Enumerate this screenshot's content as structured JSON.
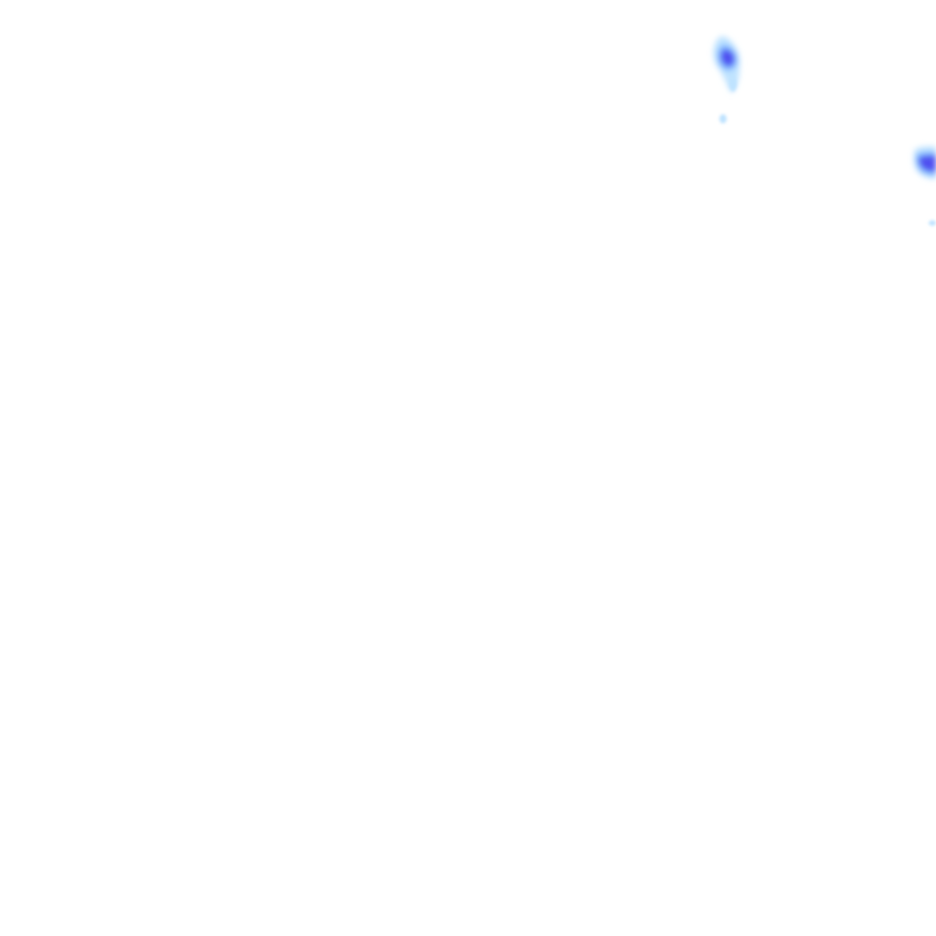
{
  "map": {
    "background_color": "#ffffff",
    "layer_kind": "precipitation-radar-overlay",
    "palette": {
      "light": "#bfe3ff",
      "medium": "#7fb8ff",
      "heavy": "#4f4ff0"
    },
    "cells": [
      {
        "name": "echo-north",
        "intensity": "heavy"
      },
      {
        "name": "echo-north-tail",
        "intensity": "light"
      },
      {
        "name": "echo-north-fleck",
        "intensity": "light"
      },
      {
        "name": "echo-east",
        "intensity": "heavy"
      },
      {
        "name": "echo-east-fleck",
        "intensity": "light"
      }
    ]
  }
}
